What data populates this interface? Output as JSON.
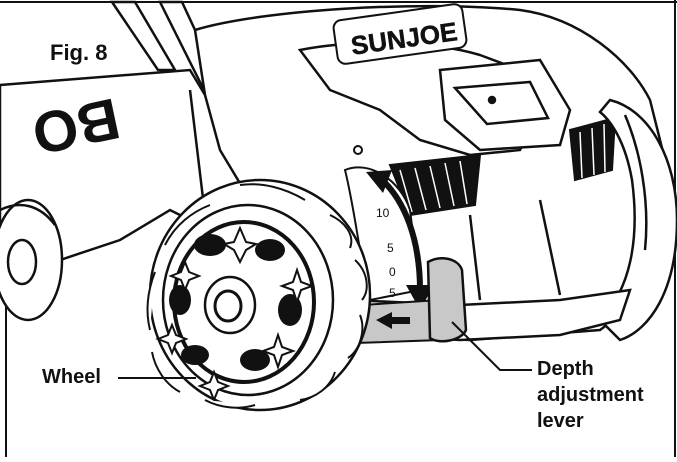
{
  "figure": {
    "number_label": "Fig. 8"
  },
  "brand": {
    "logo_text": "SUNJOE",
    "bag_text": "BO"
  },
  "callouts": {
    "wheel": "Wheel",
    "lever_line1": "Depth",
    "lever_line2": "adjustment",
    "lever_line3": "lever"
  },
  "depth_scale": {
    "ticks": [
      "10",
      "5",
      "0",
      "5"
    ]
  },
  "colors": {
    "line": "#111111",
    "lever_fill": "#c8c8c8",
    "page": "#ffffff"
  }
}
